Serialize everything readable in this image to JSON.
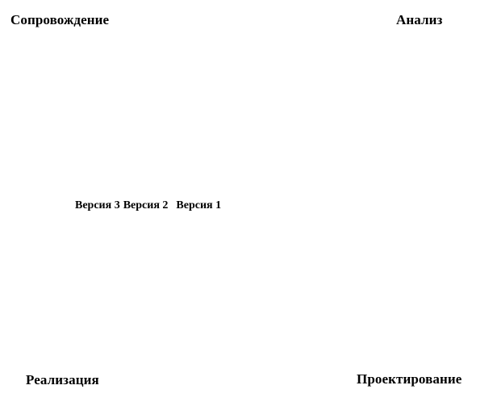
{
  "phases": {
    "support": "Сопровождение",
    "analysis": "Анализ",
    "implementation": "Реализация",
    "design": "Проектирование"
  },
  "versions": [
    "Версия 3",
    "Версия 2",
    "Версия 1"
  ],
  "colors": {
    "background": "#ffffff",
    "text": "#000000"
  }
}
